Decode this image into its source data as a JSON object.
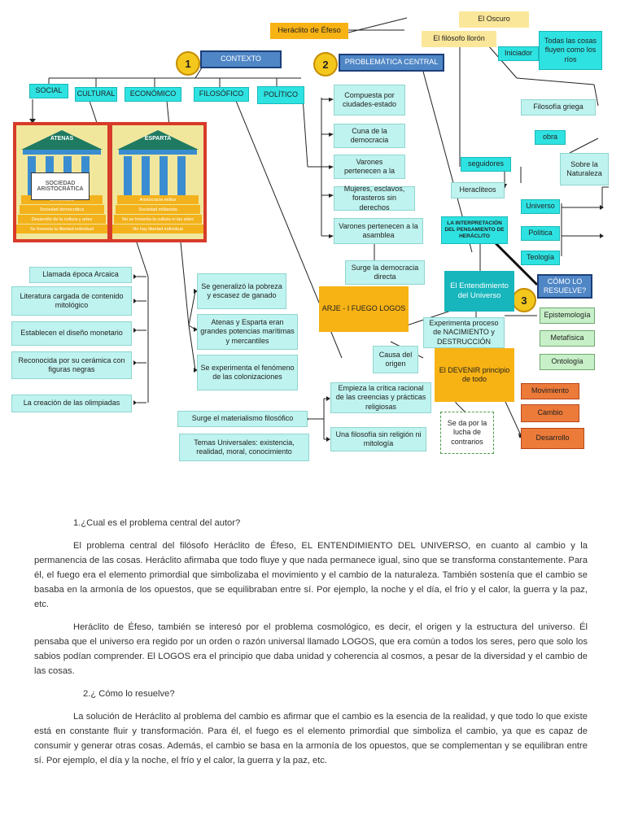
{
  "title": "Heráclito de Éfeso",
  "oscuro": "El Oscuro",
  "llorón": "El filósofo llorón",
  "iniciador": "Iniciador",
  "todas_cosas": "Todas las cosas fluyen como los ríos",
  "filosofia_griega": "Filosofía griega",
  "obra": "obra",
  "sobre_naturaleza": "Sobre la Naturaleza",
  "seguidores": "seguidores",
  "heracliteos": "Heracliteos",
  "universo": "Universo",
  "politica": "Política",
  "teologia": "Teología",
  "num1": "1",
  "num2": "2",
  "num3": "3",
  "contexto": "CONTEXTO",
  "problematica": "PROBLEMÁTICA CENTRAL",
  "social": "SOCIAL",
  "cultural": "CULTURAL",
  "economico": "ECONÓMICO",
  "filosofico": "FILOSÓFICO",
  "politico": "POLÍTICO",
  "temples": {
    "atenas": "ATENAS",
    "esparta": "ESPARTA",
    "sociedad": "SOCIEDAD ARISTOCRÁTICA",
    "atenas_steps": [
      "Democracia",
      "Sociedad democrática",
      "Desarrollo de la cultura y artes",
      "Se fomenta la libertad individual"
    ],
    "esparta_steps": [
      "Aristocracia militar",
      "Sociedad militarista",
      "No se fomenta la cultura ni las artes",
      "No hay libertad individual"
    ]
  },
  "compuesta": "Compuesta por ciudades-estado",
  "cuna": "Cuna de la democracia",
  "varones1": "Varones pertenecen a la",
  "mujeres": "Mujeres, esclavos, forasteros sin derechos",
  "varones2": "Varones pertenecen a la asamblea",
  "surge_democracia": "Surge la democracia directa",
  "interpretacion": "LA INTERPRETACIÓN DEL PENSAMIENTO DE HERÁCLITO",
  "entendimiento": "El Entendimiento del Universo",
  "como_resuelve": "CÓMO LO RESUELVE?",
  "arje": "ARJE - I FUEGO LOGOS",
  "experimenta": "Experimenta proceso de NACIMIENTO y DESTRUCCIÓN",
  "epistemologia": "Epistemología",
  "metafisica": "Metafísica",
  "ontologia": "Ontología",
  "causa": "Causa del origen",
  "devenir": "El DEVENIR principio de todo",
  "movimiento": "Movimiento",
  "cambio": "Cambio",
  "desarrollo": "Desarrollo",
  "lucha": "Se da por la lucha de contrarios",
  "arcaica": "Llamada época Arcaica",
  "literatura": "Literatura cargada de contenido mitológico",
  "diseno": "Establecen el diseño monetario",
  "ceramica": "Reconocida por su cerámica con figuras negras",
  "olimpiadas": "La creación de las olimpiadas",
  "pobreza": "Se generalizó la pobreza y escasez de ganado",
  "potencias": "Atenas y Esparta eran grandes potencias marítimas y mercantiles",
  "colonizaciones": "Se experimenta el fenómeno de las colonizaciones",
  "critica": "Empieza la crítica racional de las creencias y prácticas religiosas",
  "sin_religion": "Una filosofía sin religión ni mitología",
  "materialismo": "Surge el materialismo filosófico",
  "temas": "Temas Universales: existencia, realidad, moral, conocimiento",
  "essay": {
    "q1": "1.¿Cual es el problema central del autor?",
    "p1": "El problema central del filósofo Heráclito de Éfeso, EL ENTENDIMIENTO DEL UNIVERSO, en cuanto al cambio y la permanencia de las cosas.  Heráclito afirmaba que todo fluye y que nada permanece igual, sino que se transforma constantemente. Para él, el fuego era el elemento primordial que simbolizaba el movimiento y el cambio de la naturaleza. También sostenía que el cambio se basaba en la armonía de los opuestos, que se equilibraban entre sí. Por ejemplo, la noche y el día, el frío y el calor, la guerra y la paz, etc.",
    "p2": "Heráclito de Éfeso, también se interesó por el problema cosmológico, es decir, el origen y la estructura del universo. Él pensaba que el universo era regido por un orden o razón universal llamado LOGOS, que era común a todos los seres, pero que solo los sabios podían comprender. El LOGOS era el principio que daba unidad y coherencia al cosmos, a pesar de la diversidad y el cambio de las cosas.",
    "q2": "2.¿ Cómo lo resuelve?",
    "p3": "La solución de Heráclito al problema del cambio es afirmar que el cambio es la esencia de la realidad, y que todo lo que existe está en constante fluir y transformación. Para él, el fuego es el elemento primordial que simboliza el cambio, ya que es capaz de consumir y generar otras cosas. Además, el cambio se basa en la armonía de los opuestos, que se complementan y se equilibran entre sí. Por ejemplo, el día y la noche, el frío y el calor, la guerra y la paz, etc."
  }
}
